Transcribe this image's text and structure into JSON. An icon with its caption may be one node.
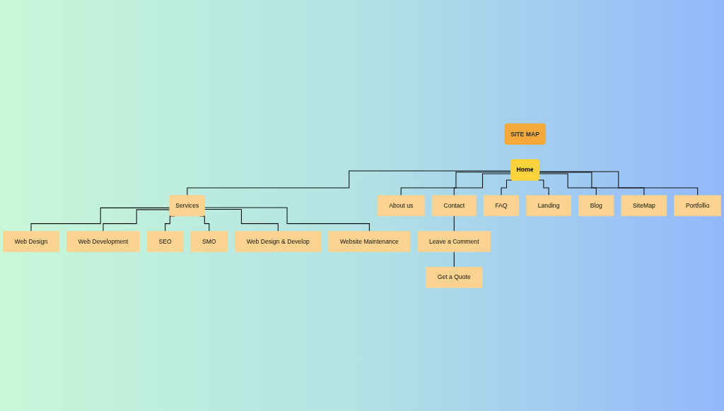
{
  "diagram": {
    "nodes": [
      {
        "text": [
          "SITE MAP"
        ]
      },
      {
        "text": [
          "Home"
        ]
      },
      {
        "text": [
          "Services"
        ]
      },
      {
        "text": [
          "About us"
        ]
      },
      {
        "text": [
          "Contact"
        ]
      },
      {
        "text": [
          "FAQ"
        ]
      },
      {
        "text": [
          "Landing"
        ]
      },
      {
        "text": [
          "Blog"
        ]
      },
      {
        "text": [
          "SiteMap"
        ]
      },
      {
        "text": [
          "Portfollio"
        ]
      },
      {
        "text": [
          "Web Design"
        ]
      },
      {
        "text": [
          "Web Development"
        ]
      },
      {
        "text": [
          "SEO"
        ]
      },
      {
        "text": [
          "SMO"
        ]
      },
      {
        "text": [
          "Web Design & Develop"
        ]
      },
      {
        "text": [
          "Website Maintenance"
        ]
      },
      {
        "text": [
          "Leave a Comment"
        ]
      },
      {
        "text": [
          "Get a Quote"
        ]
      }
    ],
    "edges": [
      {
        "from": 1,
        "to": 2,
        "arrow": "none"
      },
      {
        "from": 1,
        "to": 3,
        "arrow": "none"
      },
      {
        "from": 1,
        "to": 4,
        "arrow": "none"
      },
      {
        "from": 1,
        "to": 5,
        "arrow": "none"
      },
      {
        "from": 1,
        "to": 6,
        "arrow": "none"
      },
      {
        "from": 1,
        "to": 7,
        "arrow": "none"
      },
      {
        "from": 1,
        "to": 8,
        "arrow": "none"
      },
      {
        "from": 1,
        "to": 9,
        "arrow": "none"
      },
      {
        "from": 2,
        "to": 10,
        "arrow": "none"
      },
      {
        "from": 2,
        "to": 11,
        "arrow": "none"
      },
      {
        "from": 2,
        "to": 12,
        "arrow": "none"
      },
      {
        "from": 2,
        "to": 13,
        "arrow": "none"
      },
      {
        "from": 2,
        "to": 14,
        "arrow": "none"
      },
      {
        "from": 2,
        "to": 15,
        "arrow": "none"
      },
      {
        "from": 4,
        "to": 16,
        "arrow": "none"
      },
      {
        "from": 16,
        "to": 17,
        "arrow": "none"
      }
    ]
  }
}
